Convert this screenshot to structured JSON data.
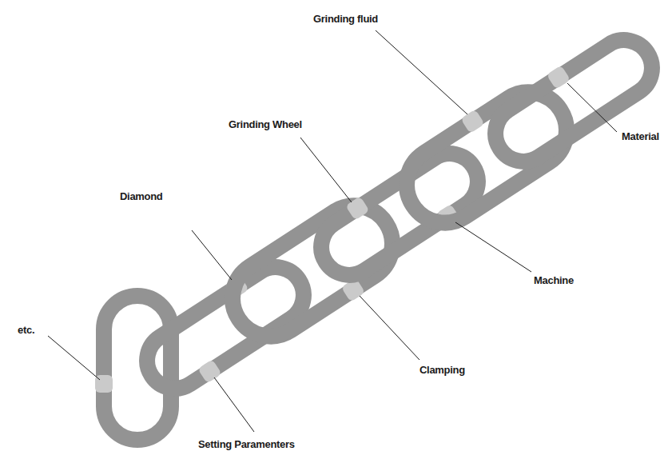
{
  "diagram": {
    "labels": [
      "Grinding fluid",
      "Material",
      "Grinding Wheel",
      "Machine",
      "Diamond",
      "Clamping",
      "etc.",
      "Setting Paramenters"
    ]
  }
}
